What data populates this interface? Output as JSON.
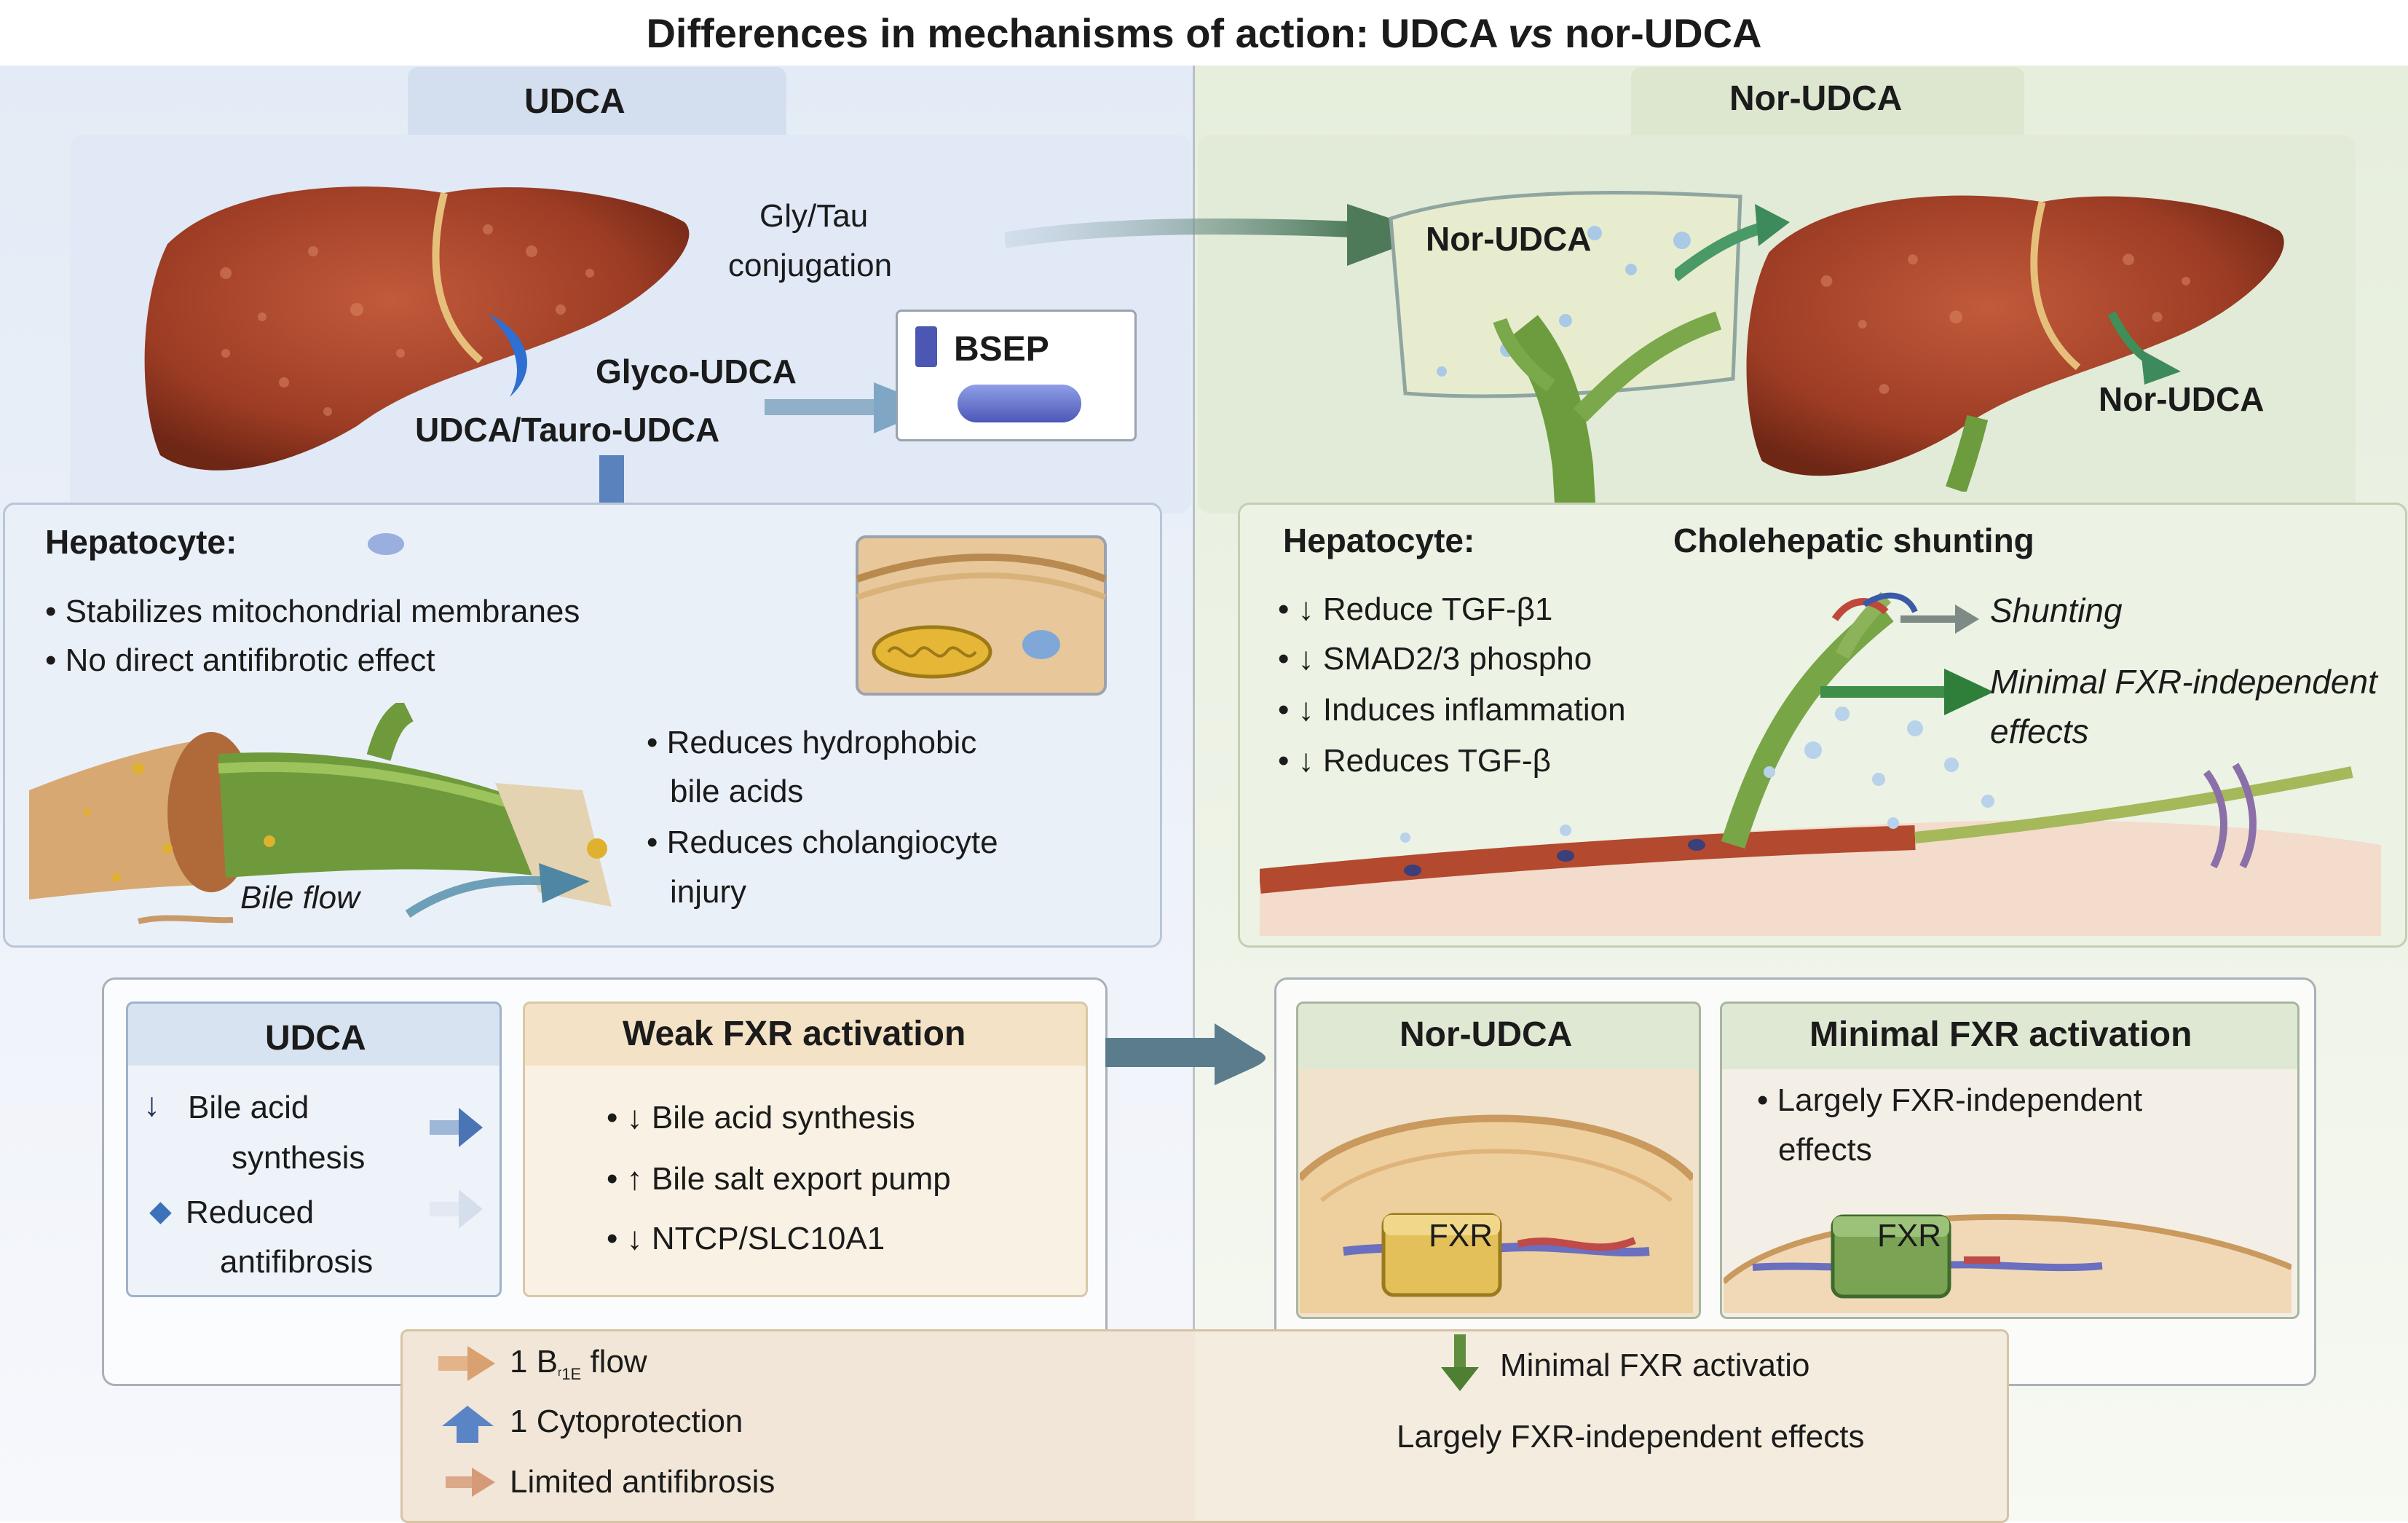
{
  "title": {
    "pre": "Differences in mechanisms of action: UDCA ",
    "vs": "vs",
    "post": " nor-UDCA"
  },
  "left": {
    "header": "UDCA",
    "conjugation": [
      "Gly/Tau",
      "conjugation"
    ],
    "glyco": "Glyco-UDCA",
    "tauro": "UDCA/Tauro-UDCA",
    "bsep": "BSEP",
    "hepatocyte": {
      "title": "Hepatocyte:",
      "bullets": [
        "• Stabilizes mitochondrial membranes",
        "• No direct antifibrotic effect"
      ],
      "bullets2": [
        "• Reduces hydrophobic",
        "bile acids",
        "• Reduces cholangiocyte",
        "injury"
      ],
      "bile_flow": "Bile flow"
    },
    "box": {
      "title": "UDCA",
      "item1": [
        "Bile acid",
        "synthesis"
      ],
      "item2": [
        "Reduced",
        "antifibrosis"
      ]
    },
    "fxr": {
      "title": "Weak FXR activation",
      "bullets": [
        "• ↓ Bile acid synthesis",
        "• ↑ Bile salt export pump",
        "• ↓ NTCP/SLC10A1"
      ]
    },
    "summary": [
      "1 B",
      "ʳ1E",
      " flow",
      "1 Cytoprotection",
      "Limited antifibrosis"
    ]
  },
  "right": {
    "header": "Nor-UDCA",
    "cell_label": "Nor-UDCA",
    "liver_label": "Nor-UDCA",
    "hepatocyte": {
      "title": "Hepatocyte:",
      "bullets": [
        "• ↓ Reduce TGF-β1",
        "• ↓ SMAD2/3 phospho",
        "• ↓ Induces inflammation",
        "• ↓ Reduces TGF-β"
      ]
    },
    "shunting": {
      "title": "Cholehepatic shunting",
      "label1": "Shunting",
      "label2": [
        "Minimal FXR-independent",
        "effects"
      ]
    },
    "box": {
      "title": "Nor-UDCA",
      "fxr": "FXR"
    },
    "fxr": {
      "title": "Minimal FXR activation",
      "bullets": [
        "• Largely FXR-independent",
        "effects"
      ],
      "fxr": "FXR"
    },
    "summary": [
      "Minimal FXR activatio",
      "Largely FXR-independent effects"
    ]
  },
  "colors": {
    "left_accent": "#4a74b4",
    "right_accent": "#5f8f3e",
    "liver": "#9c3c24"
  }
}
